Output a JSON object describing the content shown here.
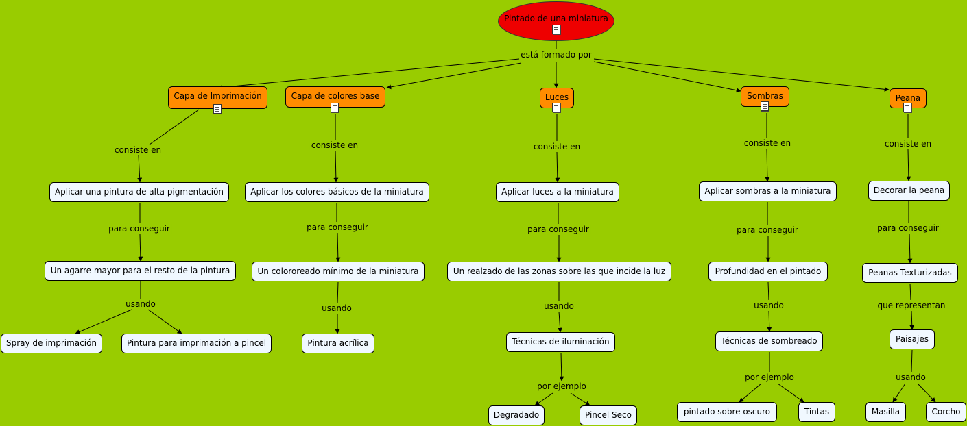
{
  "root": {
    "label": "Pintado de una miniatura",
    "icon": "document-icon"
  },
  "link_root": "está formado por",
  "branches": [
    {
      "concept": "Capa de Imprimación",
      "link1": "consiste en",
      "step1": "Aplicar una pintura de alta pigmentación",
      "link2": "para conseguir",
      "step2": "Un agarre mayor para el resto de la pintura",
      "link3": "usando",
      "leaves": [
        "Spray de imprimación",
        "Pintura para imprimación a pincel"
      ]
    },
    {
      "concept": "Capa de colores base",
      "link1": "consiste en",
      "step1": "Aplicar los colores básicos de la miniatura",
      "link2": "para conseguir",
      "step2": "Un colororeado mínimo de la miniatura",
      "link3": "usando",
      "leaves": [
        "Pintura acrílica"
      ]
    },
    {
      "concept": "Luces",
      "link1": "consiste en",
      "step1": "Aplicar luces a la miniatura",
      "link2": "para conseguir",
      "step2": "Un realzado de las zonas sobre las que incide la luz",
      "link3": "usando",
      "step3": "Técnicas de iluminación",
      "link4": "por ejemplo",
      "leaves": [
        "Degradado",
        "Pincel Seco"
      ]
    },
    {
      "concept": "Sombras",
      "link1": "consiste en",
      "step1": "Aplicar sombras a la miniatura",
      "link2": "para conseguir",
      "step2": "Profundidad en el pintado",
      "link3": "usando",
      "step3": "Técnicas de sombreado",
      "link4": "por ejemplo",
      "leaves": [
        "pintado sobre oscuro",
        "Tintas"
      ]
    },
    {
      "concept": "Peana",
      "link1": "consiste en",
      "step1": "Decorar la peana",
      "link2": "para conseguir",
      "step2": "Peanas Texturizadas",
      "link3": "que representan",
      "step3": "Paisajes",
      "link4": "usando",
      "leaves": [
        "Masilla",
        "Corcho"
      ]
    }
  ],
  "colors": {
    "background": "#99CC00",
    "root": "#EE0000",
    "concept": "#FF8C00",
    "node": "#F0F8FF"
  }
}
